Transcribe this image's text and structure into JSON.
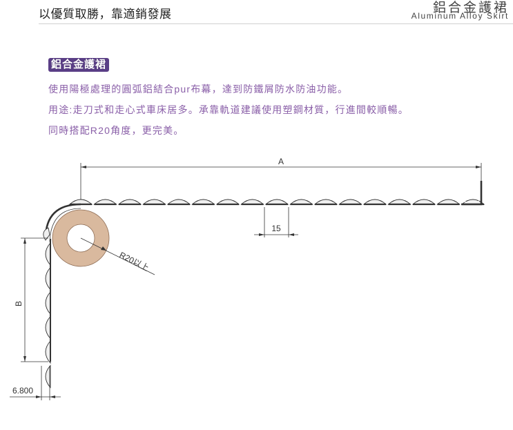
{
  "header": {
    "slogan": "以優質取勝，靠適銷發展",
    "title_zh": "鋁合金護裙",
    "title_en": "Aluminum Alloy Skirt"
  },
  "section": {
    "title": "鋁合金護裙",
    "lines": [
      "使用陽極處理的圓弧鋁結合pur布幕，達到防鐵屑防水防油功能。",
      "用途:走刀式和走心式車床居多。承靠軌道建議使用塑鋼材質，行進間較順暢。",
      "同時搭配R20角度，更完美。"
    ]
  },
  "diagram": {
    "dim_a": "A",
    "dim_b": "B",
    "dim_pitch": "15",
    "dim_radius": "R20以上",
    "dim_thickness": "6.800",
    "colors": {
      "roller": "#d9b99e",
      "roller_stroke": "#8c6a52",
      "slat_fill": "#efefef",
      "line": "#333333",
      "accent": "#5a3e86",
      "text": "#8a5fa8"
    }
  }
}
